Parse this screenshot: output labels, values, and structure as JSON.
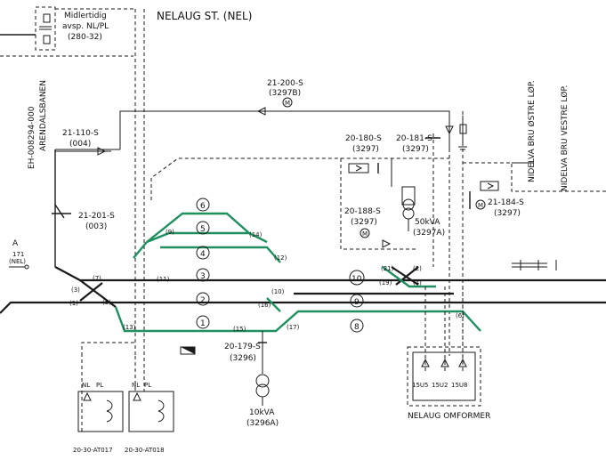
{
  "title": "NELAUG ST. (NEL)",
  "top_left_box": {
    "line1": "Midlertidig",
    "line2": "avsp. NL/PL",
    "line3": "(280-32)"
  },
  "left_vertical": {
    "code": "EH-008294-000",
    "name": "ARENDALSBANEN"
  },
  "right_vertical": [
    "NIDELVA BRU ØSTRE LØP.",
    "NIDELVA BRU VESTRE LØP."
  ],
  "station_marker": {
    "letter": "A",
    "km": "171",
    "code": "(NEL)"
  },
  "switches": [
    {
      "id": "sw-21-200",
      "name": "21-200-S",
      "num": "(3297B)"
    },
    {
      "id": "sw-21-110",
      "name": "21-110-S",
      "num": "(004)"
    },
    {
      "id": "sw-20-180",
      "name": "20-180-S",
      "num": "(3297)"
    },
    {
      "id": "sw-20-181",
      "name": "20-181-S",
      "num": "(3297)"
    },
    {
      "id": "sw-21-201",
      "name": "21-201-S",
      "num": "(003)"
    },
    {
      "id": "sw-20-188",
      "name": "20-188-S",
      "num": "(3297)"
    },
    {
      "id": "sw-21-184",
      "name": "21-184-S",
      "num": "(3297)"
    },
    {
      "id": "sw-20-179",
      "name": "20-179-S",
      "num": "(3296)"
    }
  ],
  "transformers": [
    {
      "rating": "50kVA",
      "num": "(3297A)"
    },
    {
      "rating": "10kVA",
      "num": "(3296A)"
    }
  ],
  "track_numbers": [
    "6",
    "5",
    "4",
    "3",
    "2",
    "1",
    "10",
    "9",
    "8"
  ],
  "point_numbers": [
    "(9)",
    "(14)",
    "(12)",
    "(7)",
    "(11)",
    "(3)",
    "(1)",
    "(5)",
    "(10)",
    "(16)",
    "(13)",
    "(15)",
    "(17)",
    "(21)",
    "(19)",
    "(2)",
    "(4)",
    "(6)"
  ],
  "omformer": {
    "label": "NELAUG OMFORMER",
    "units": [
      "15U5",
      "15U2",
      "15U8"
    ]
  },
  "bottom_units": [
    {
      "id": "20-30-AT017",
      "nl": "NL",
      "pl": "PL"
    },
    {
      "id": "20-30-AT018",
      "nl": "NL",
      "pl": "PL"
    }
  ]
}
